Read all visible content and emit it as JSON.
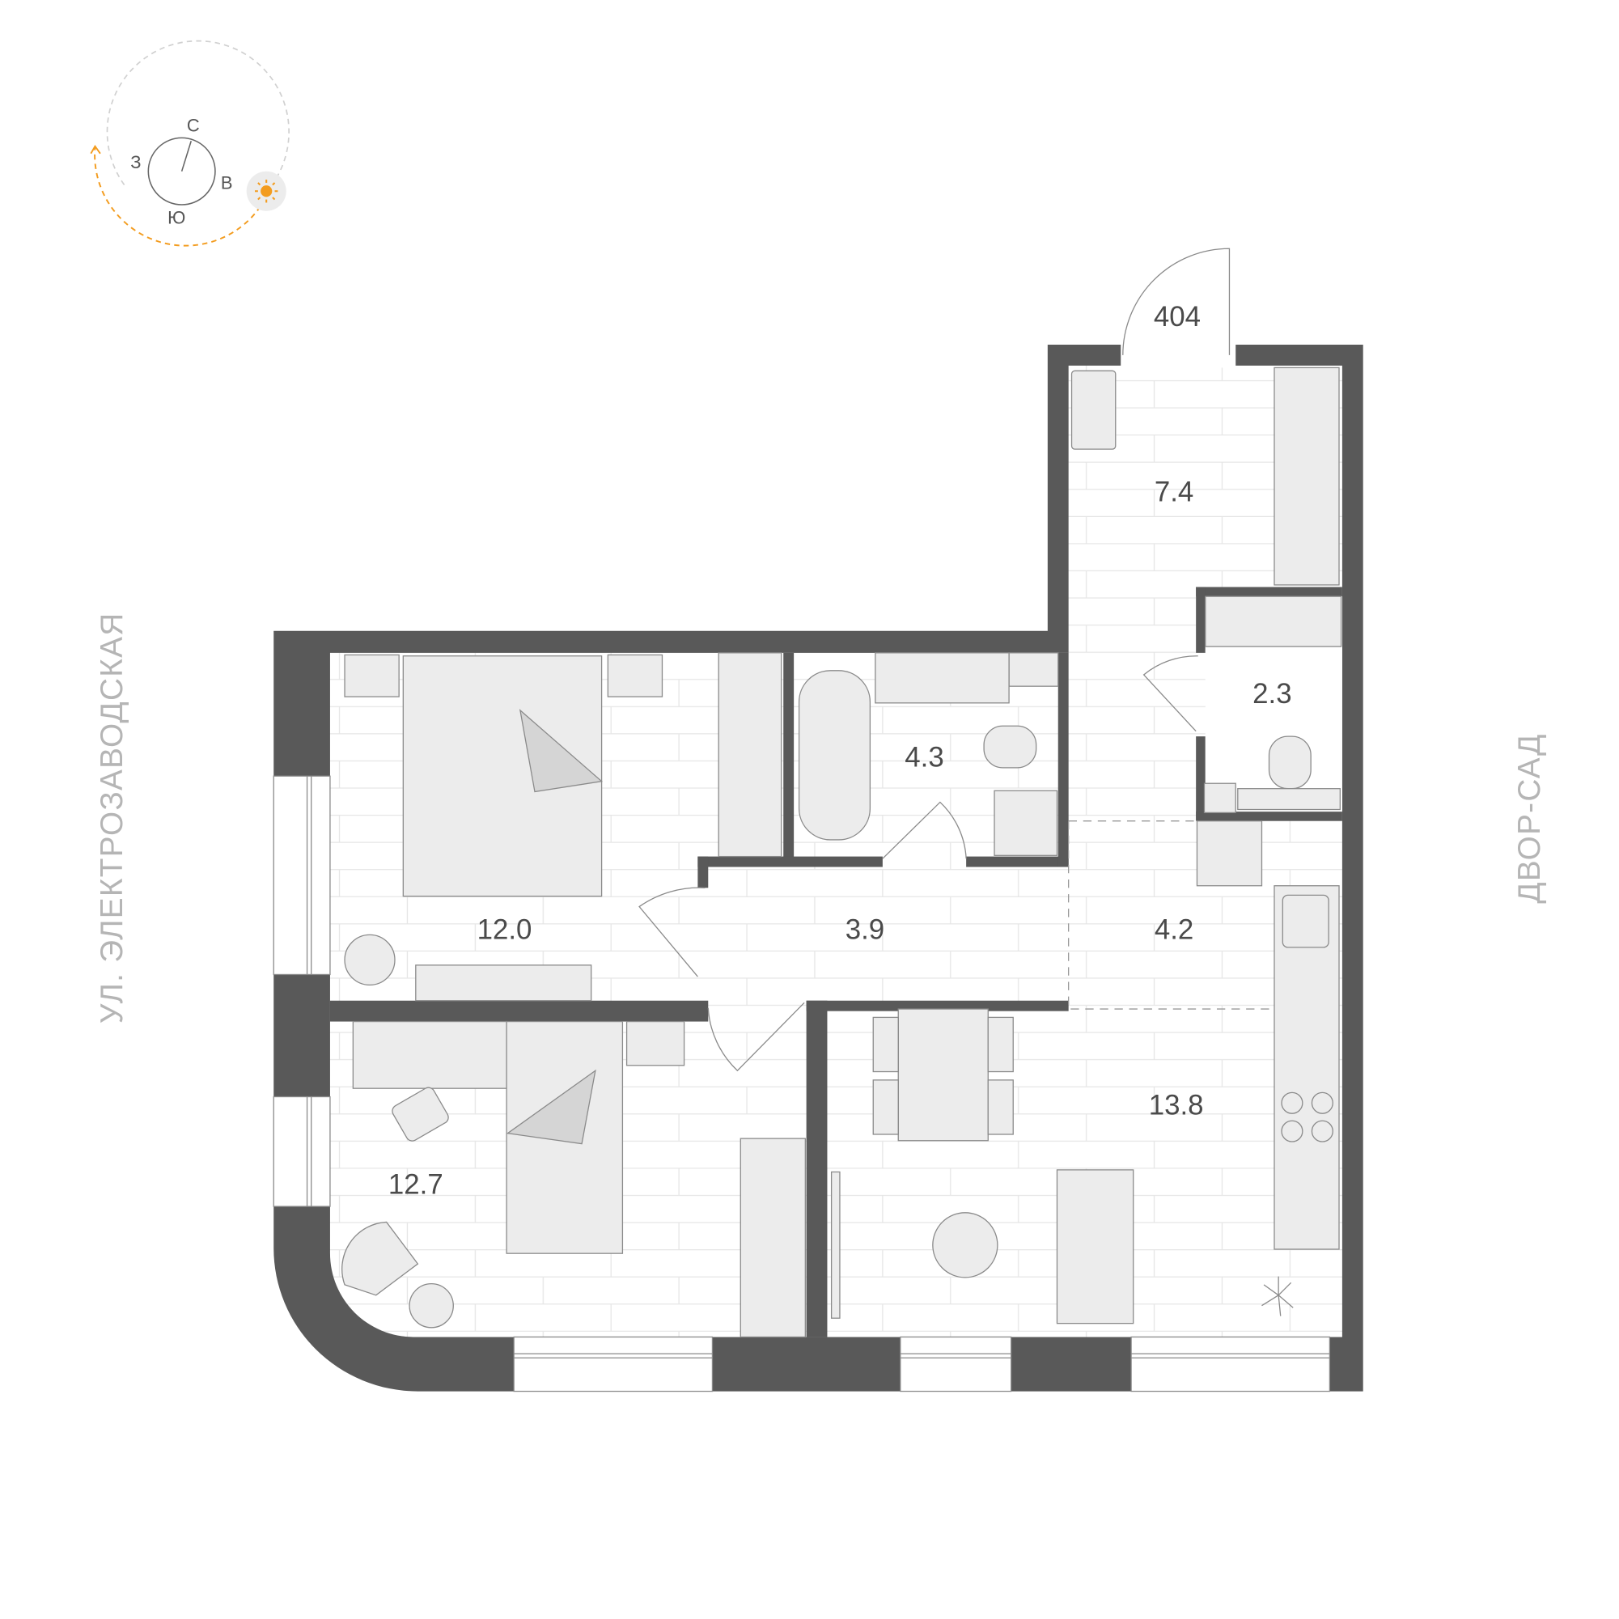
{
  "apartment_number": "404",
  "rooms": [
    {
      "id": "hallway",
      "area": "7.4"
    },
    {
      "id": "wc",
      "area": "2.3"
    },
    {
      "id": "bathroom",
      "area": "4.3"
    },
    {
      "id": "bedroom-1",
      "area": "12.0"
    },
    {
      "id": "corridor",
      "area": "3.9"
    },
    {
      "id": "kitchen",
      "area": "4.2"
    },
    {
      "id": "living-room",
      "area": "13.8"
    },
    {
      "id": "bedroom-2",
      "area": "12.7"
    }
  ],
  "streets": {
    "left": "УЛ. ЭЛЕКТРОЗАВОДСКАЯ",
    "right": "ДВОР-САД"
  },
  "compass": {
    "north": "С",
    "south": "Ю",
    "east": "В",
    "west": "З"
  },
  "colors": {
    "wall": "#595959",
    "sun": "#f39c1f",
    "furniture": "#ececec"
  }
}
